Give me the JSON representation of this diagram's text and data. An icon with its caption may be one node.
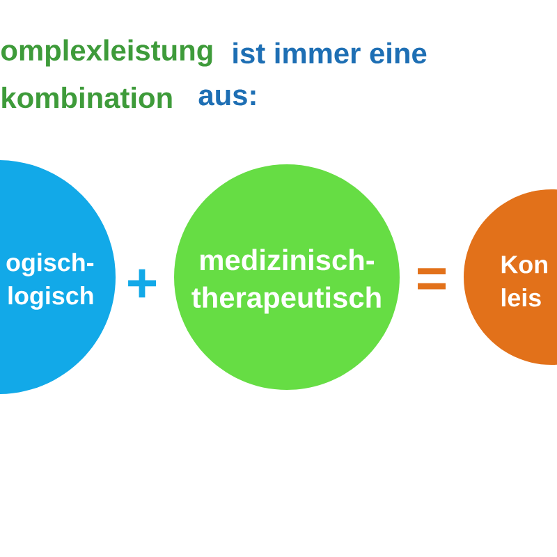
{
  "diagram": {
    "nodes": [
      {
        "text": [
          "ogisch- logisch"
        ]
      },
      {
        "text": [
          "medizinisch- therapeutisch"
        ]
      },
      {
        "text": [
          "Kon leis"
        ]
      }
    ],
    "labels": [
      "omplexleistung",
      "ist immer eine",
      "kombination",
      "aus:",
      "+",
      "="
    ]
  }
}
